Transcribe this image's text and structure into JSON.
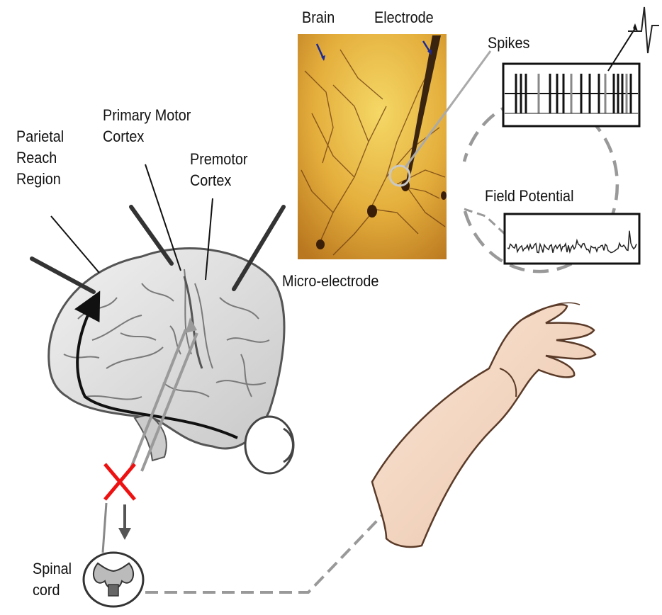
{
  "labels": {
    "parietal_reach_region": [
      "Parietal",
      "Reach",
      "Region"
    ],
    "primary_motor_cortex": [
      "Primary Motor",
      "Cortex"
    ],
    "premotor_cortex": [
      "Premotor",
      "Cortex"
    ],
    "brain": "Brain",
    "electrode": "Electrode",
    "spikes": "Spikes",
    "field_potential": "Field Potential",
    "micro_electrode": "Micro-electrode",
    "spinal_cord": [
      "Spinal",
      "cord"
    ]
  },
  "colors": {
    "micrograph_base": "#d89a2c",
    "micrograph_light": "#f1cd5e",
    "dashed_line": "#9b9b9b",
    "blocked_x": "#ee1111",
    "pathway_arrow": "#111111",
    "motor_arrow": "#9a9a9a",
    "brain_fill": "#e4e4e4",
    "skin": "#f6dcc8"
  }
}
